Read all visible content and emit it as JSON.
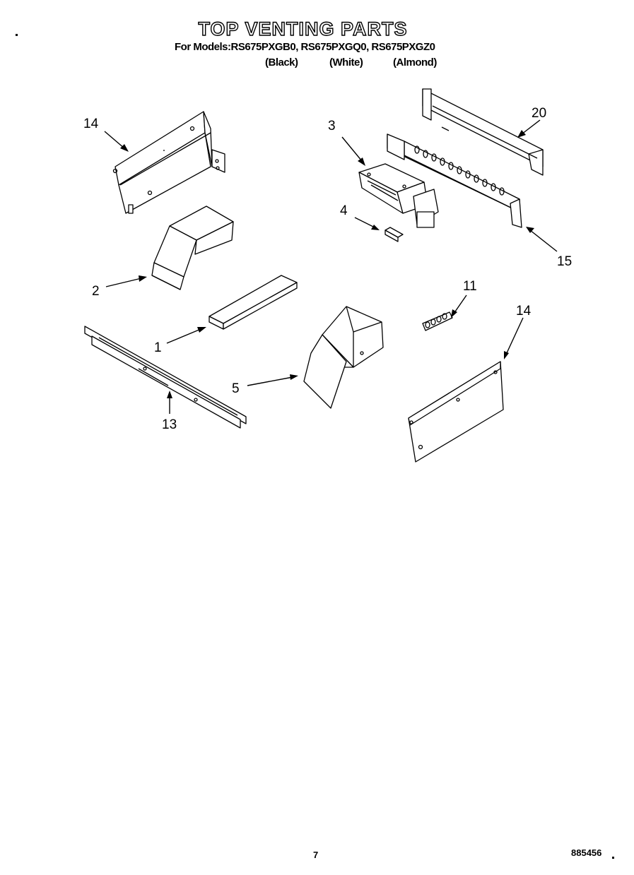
{
  "header": {
    "title": "TOP VENTING PARTS",
    "models_line": "For Models:RS675PXGB0, RS675PXGQ0, RS675PXGZ0",
    "colors": [
      "(Black)",
      "(White)",
      "(Almond)"
    ]
  },
  "callouts": [
    {
      "id": "14a",
      "label": "14"
    },
    {
      "id": "3",
      "label": "3"
    },
    {
      "id": "20",
      "label": "20"
    },
    {
      "id": "4",
      "label": "4"
    },
    {
      "id": "15",
      "label": "15"
    },
    {
      "id": "2",
      "label": "2"
    },
    {
      "id": "11",
      "label": "11"
    },
    {
      "id": "14b",
      "label": "14"
    },
    {
      "id": "1",
      "label": "1"
    },
    {
      "id": "5",
      "label": "5"
    },
    {
      "id": "13",
      "label": "13"
    }
  ],
  "footer": {
    "page_number": "7",
    "doc_number": "885456"
  }
}
